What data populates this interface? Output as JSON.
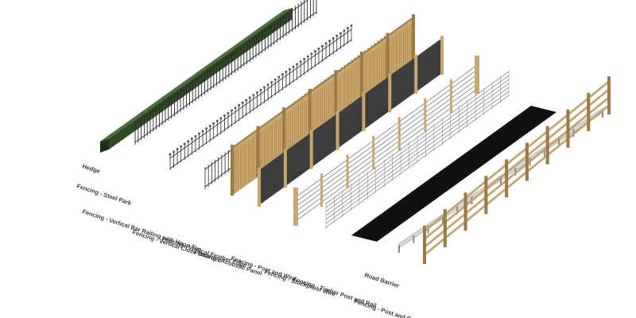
{
  "labels": {
    "hedge": "Hedge",
    "fencing_steel_park": "Fencing - Steel Park",
    "fencing_railings_hoop": "Fencing - Vertical Bar Railing with Hoop Top",
    "fencing_close_boarded": "Fencing - Vertical Close Boarded",
    "fencing_feather_edge": "Fencing - Vertical Feather Edge",
    "fencing_acoustic": "Fencing - Acoustic Panel",
    "fencing_post_and_wire": "Fencing - Post and Wire",
    "fencing_stockproof": "Fencing - Stockproof Wire",
    "fencing_timber_rail": "Fencing - Timber Post and Rail",
    "road_barrier": "Road Barrier",
    "fencing_post_and_rail": "Fencing - Post and Rail"
  },
  "colors": {
    "hedge": "#2f4a25",
    "hedge_dark": "#1d2f17",
    "hedge_top": "#4b6e3c",
    "metal": "#2a2a2a",
    "timber": "#c9a66b",
    "timber_dark": "#9b7a45",
    "panel": "#3d3d3d",
    "panel_dark": "#2b2b2b",
    "road": "#111111",
    "barrier": "#d4d4d4"
  }
}
